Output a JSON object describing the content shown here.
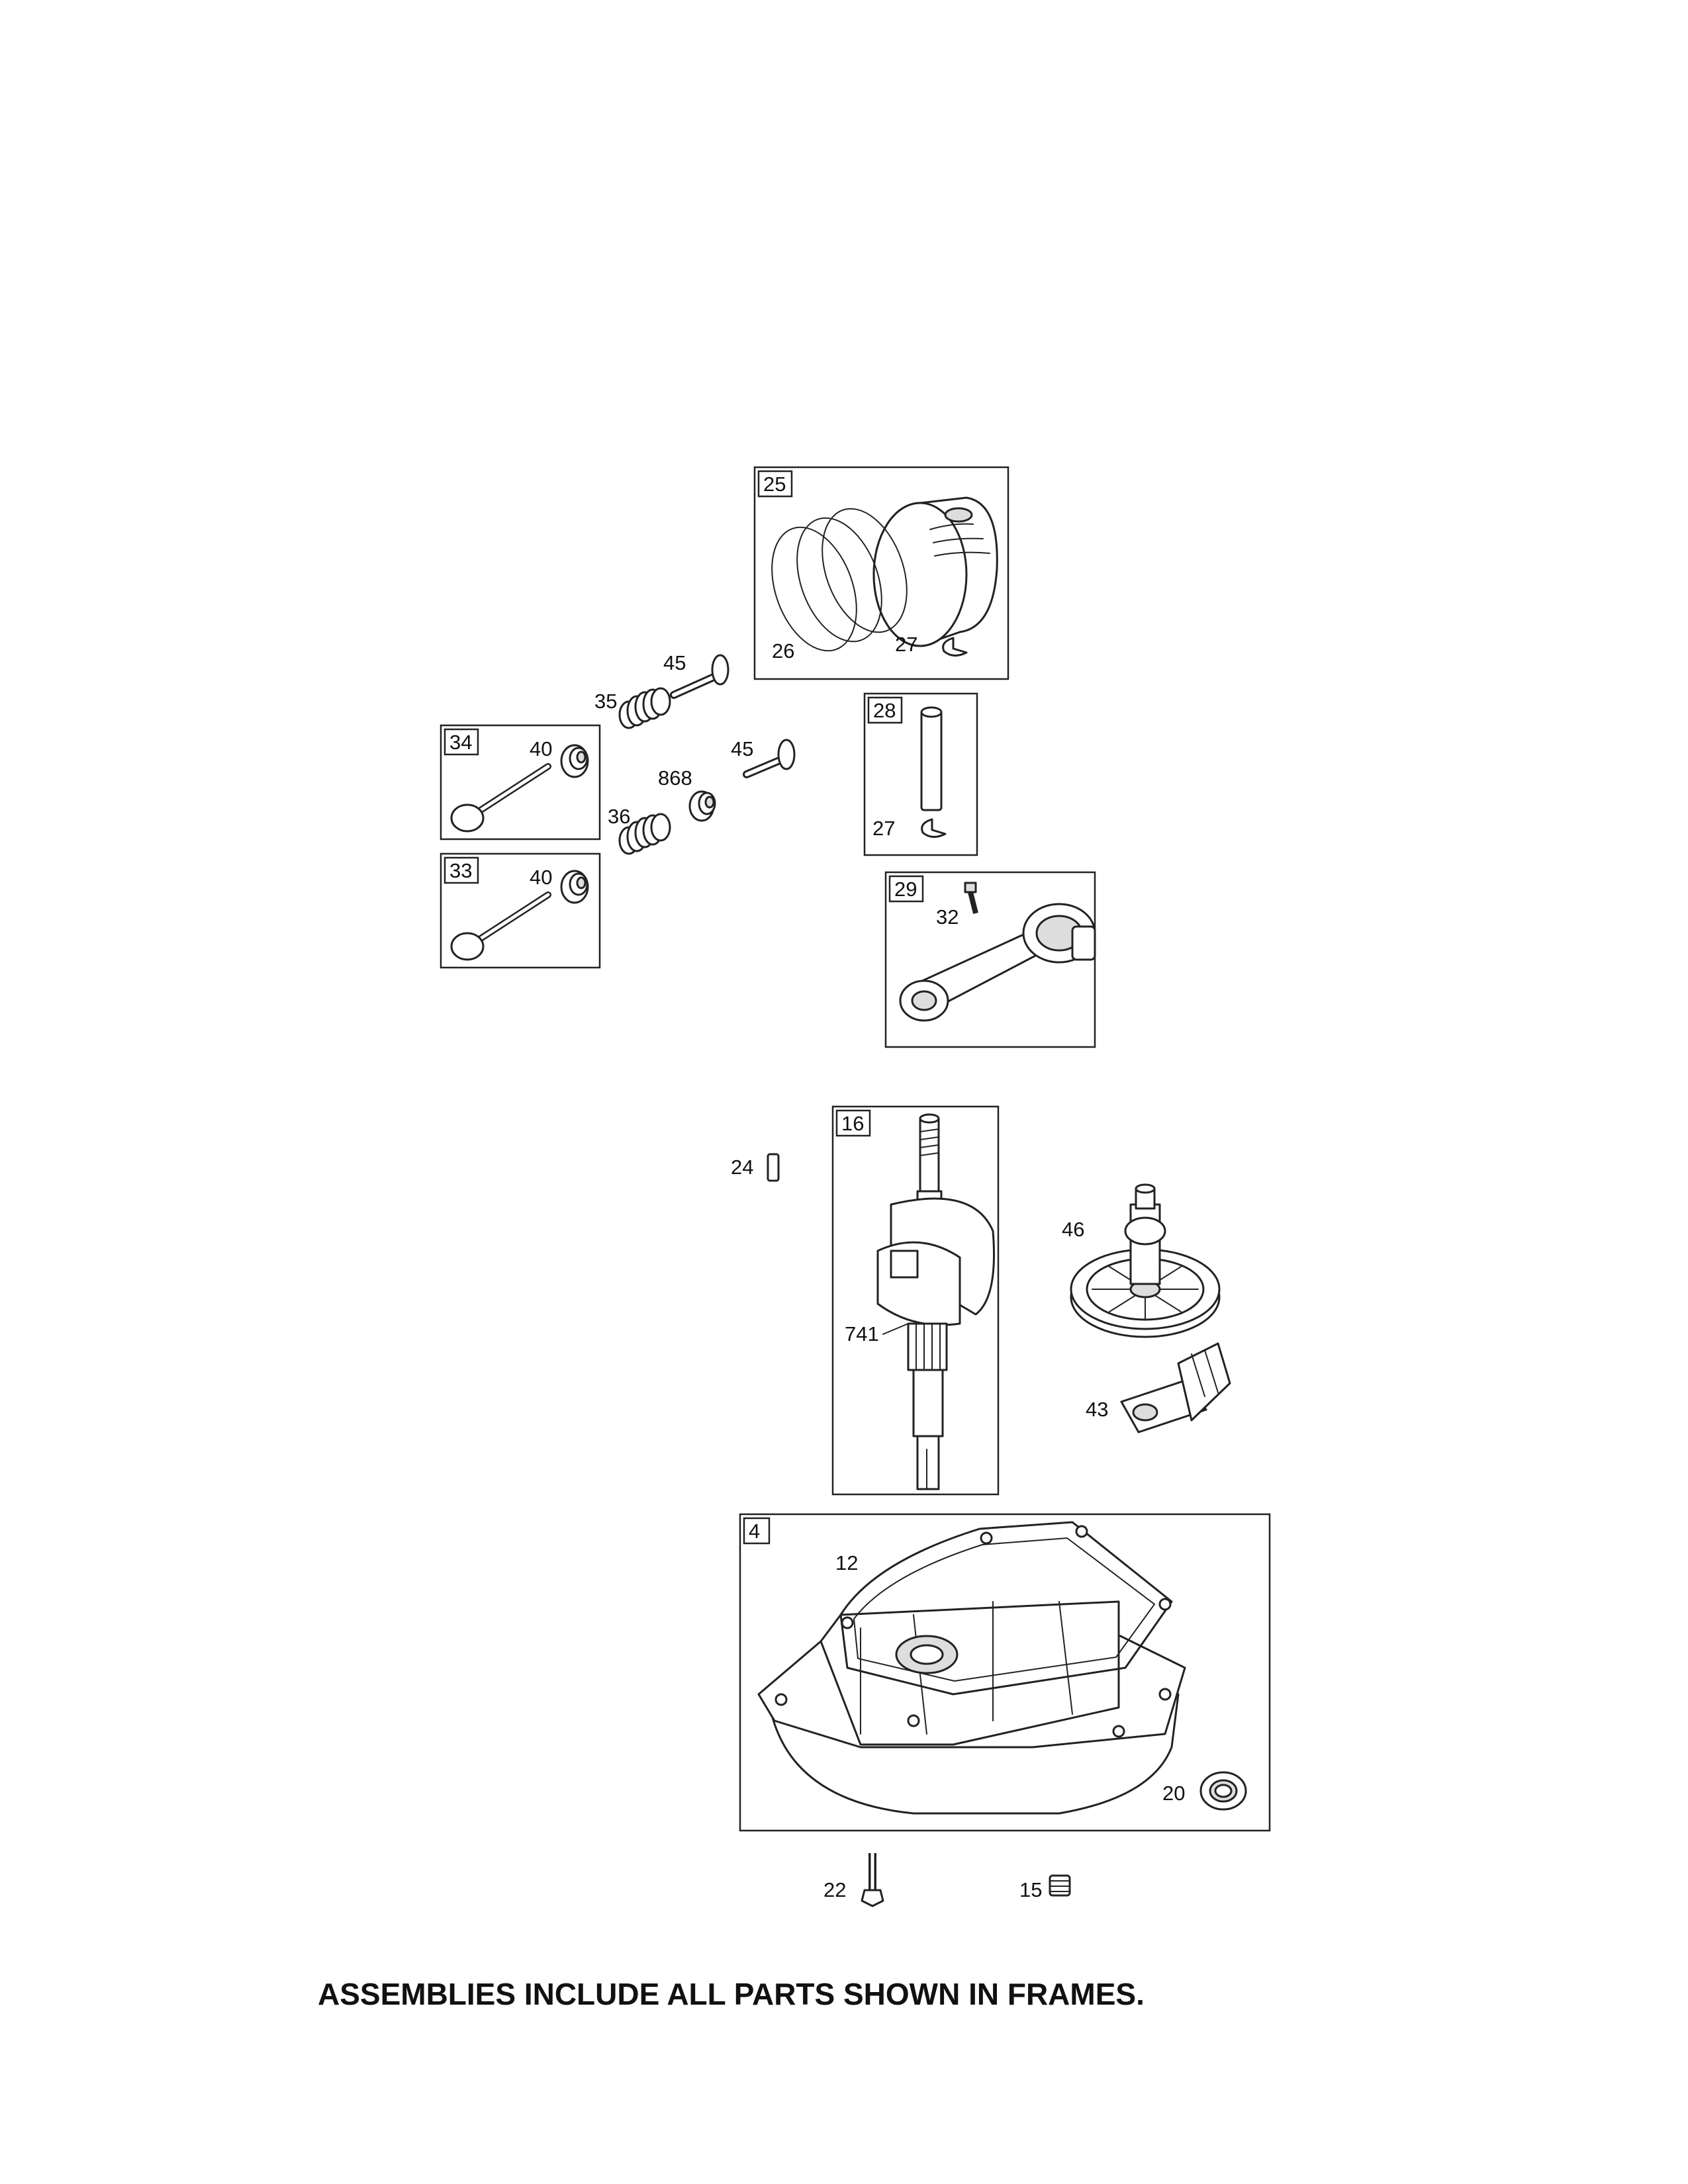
{
  "frames": {
    "piston_assembly": "25",
    "valve_exhaust": "34",
    "valve_intake": "33",
    "piston_pin": "28",
    "connecting_rod": "29",
    "crankshaft": "16",
    "sump": "4"
  },
  "part_labels": {
    "piston_rings": "26",
    "retainer_top": "27",
    "retainer_pin": "27",
    "tappet_top": "45",
    "tappet_mid": "45",
    "spring_top": "35",
    "spring_bottom": "36",
    "keeper": "868",
    "collar_exhaust": "40",
    "collar_intake": "40",
    "rod_screw": "32",
    "key": "24",
    "crank_gear": "741",
    "camshaft": "46",
    "governor": "43",
    "gasket": "12",
    "seal": "20",
    "sump_screw": "22",
    "plug": "15"
  },
  "footer": "ASSEMBLIES INCLUDE ALL PARTS SHOWN IN FRAMES."
}
